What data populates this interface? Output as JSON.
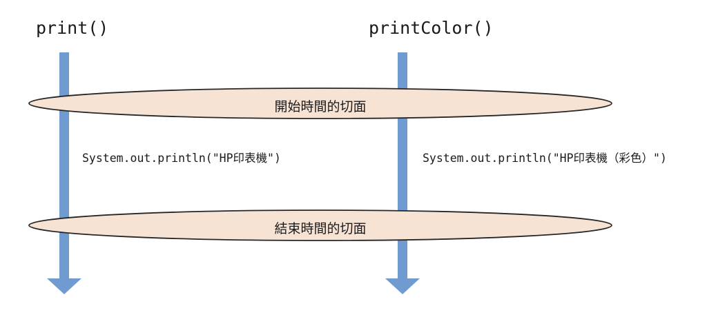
{
  "diagram": {
    "type": "aspect-oriented-time-slice-diagram",
    "background_color": "#ffffff",
    "colors": {
      "arrow_blue": "#6f9bd1",
      "ellipse_fill": "#f7e3d4",
      "ellipse_stroke": "#262626",
      "text": "#1a1a1a"
    },
    "lifelines": [
      {
        "name": "print-lifeline",
        "title": "print()",
        "code_label": "System.out.println(\"HP印表機\")"
      },
      {
        "name": "printcolor-lifeline",
        "title": "printColor()",
        "code_label": "System.out.println(\"HP印表機（彩色）\")"
      }
    ],
    "slices": [
      {
        "name": "start-slice",
        "label": "開始時間的切面"
      },
      {
        "name": "end-slice",
        "label": "結束時間的切面"
      }
    ]
  }
}
